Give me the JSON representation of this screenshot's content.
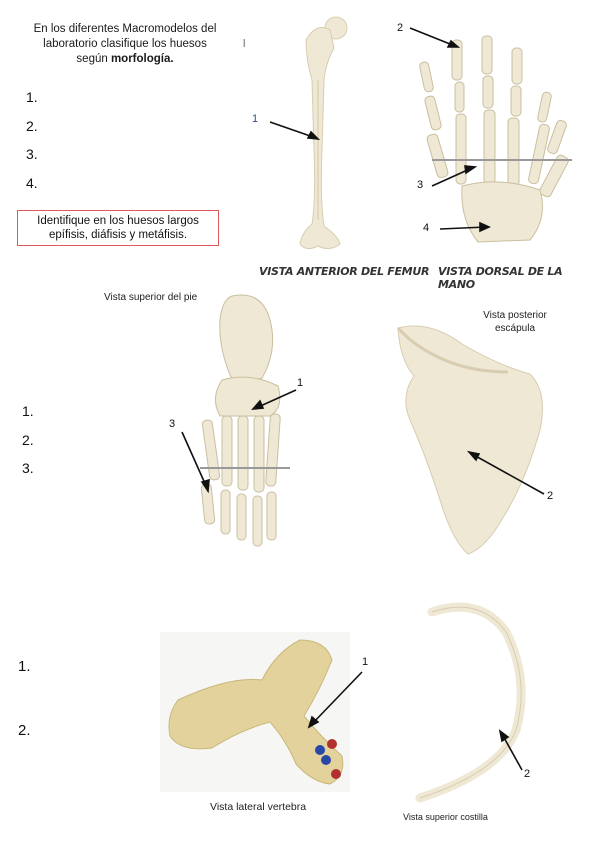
{
  "intro": {
    "line1": "En los diferentes Macromodelos del",
    "line2": "laboratorio clasifique los huesos",
    "line3_prefix": "según ",
    "line3_bold": "morfología."
  },
  "list_top": [
    "1.",
    "2.",
    "3.",
    "4."
  ],
  "box": {
    "line1": "Identifique en los huesos largos",
    "line2": "epífisis, diáfisis y metáfisis."
  },
  "stray_mark": "l",
  "femur": {
    "caption": "VISTA ANTERIOR DEL FEMUR",
    "label1": "1"
  },
  "hand": {
    "caption": "VISTA DORSAL DE LA MANO",
    "label2": "2",
    "label3": "3",
    "label4": "4"
  },
  "foot": {
    "caption": "Vista superior del pie",
    "label1": "1",
    "label3": "3"
  },
  "list_mid": [
    "1.",
    "2.",
    "3."
  ],
  "scapula": {
    "caption_line1": "Vista posterior",
    "caption_line2": "escápula",
    "label2": "2"
  },
  "list_bottom": [
    "1.",
    "2."
  ],
  "vertebra": {
    "caption": "Vista lateral vertebra",
    "label1": "1"
  },
  "rib": {
    "caption": "Vista superior costilla",
    "label2": "2"
  },
  "colors": {
    "bone": "#efe8d4",
    "bone_shadow": "#d8cdb0",
    "box_border": "#e05a5a",
    "vertebra": "#e3d29b"
  }
}
